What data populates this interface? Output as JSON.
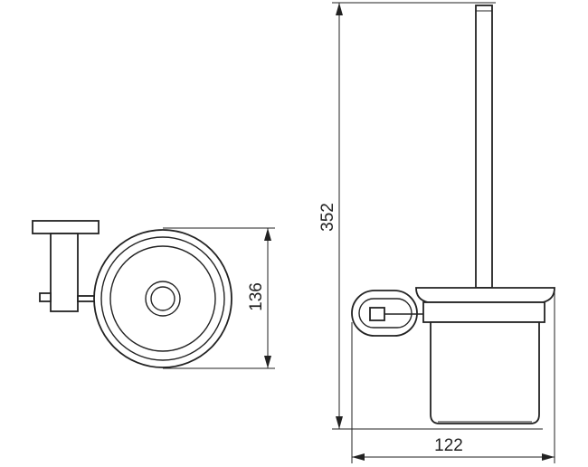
{
  "dimensions": {
    "height_total": "352",
    "depth": "136",
    "width": "122"
  }
}
